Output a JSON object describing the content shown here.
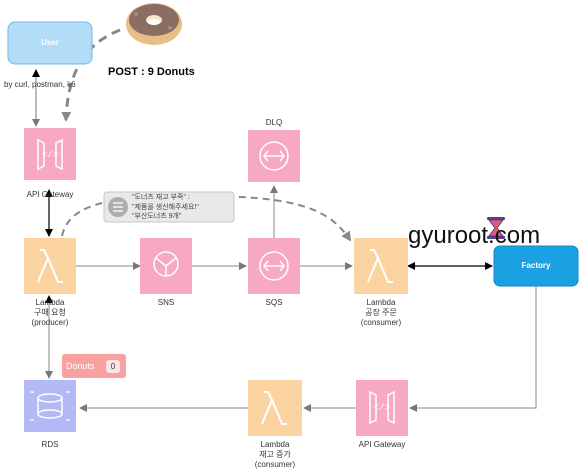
{
  "user_box": {
    "label": "User"
  },
  "client_note": "by curl, postman, k6",
  "post_label": "POST : 9 Donuts",
  "dlq": {
    "label": "DLQ"
  },
  "api_gateway_top": {
    "label": "API Gateway"
  },
  "lambda_producer": {
    "label": "Lambda\n구매 요청\n(producer)"
  },
  "sns": {
    "label": "SNS"
  },
  "sqs": {
    "label": "SQS"
  },
  "lambda_factory_order": {
    "label": "Lambda\n공장 주문\n(consumer)"
  },
  "factory_box": {
    "label": "Factory"
  },
  "watermark": "gyuroot.com",
  "message_note": {
    "lines": [
      "\"도너츠 재고 부족\" :",
      "\"제품을 생산해주세요!\"",
      "\"부산도너츠 9개\""
    ]
  },
  "donuts_badge": {
    "label": "Donuts",
    "count": "0"
  },
  "rds": {
    "label": "RDS"
  },
  "lambda_stock_increase": {
    "label": "Lambda\n재고 증가\n(consumer)"
  },
  "api_gateway_bottom": {
    "label": "API Gateway"
  },
  "colors": {
    "user_fill": "#b3dcf7",
    "user_stroke": "#6cb9ec",
    "api_pink": "#f7a8c4",
    "lambda_orange": "#fbd3a0",
    "sns_pink": "#f7a8c4",
    "rds_blue": "#b2b9f5",
    "factory_blue": "#1ba1e2",
    "badge_red": "#f8a1a1"
  }
}
